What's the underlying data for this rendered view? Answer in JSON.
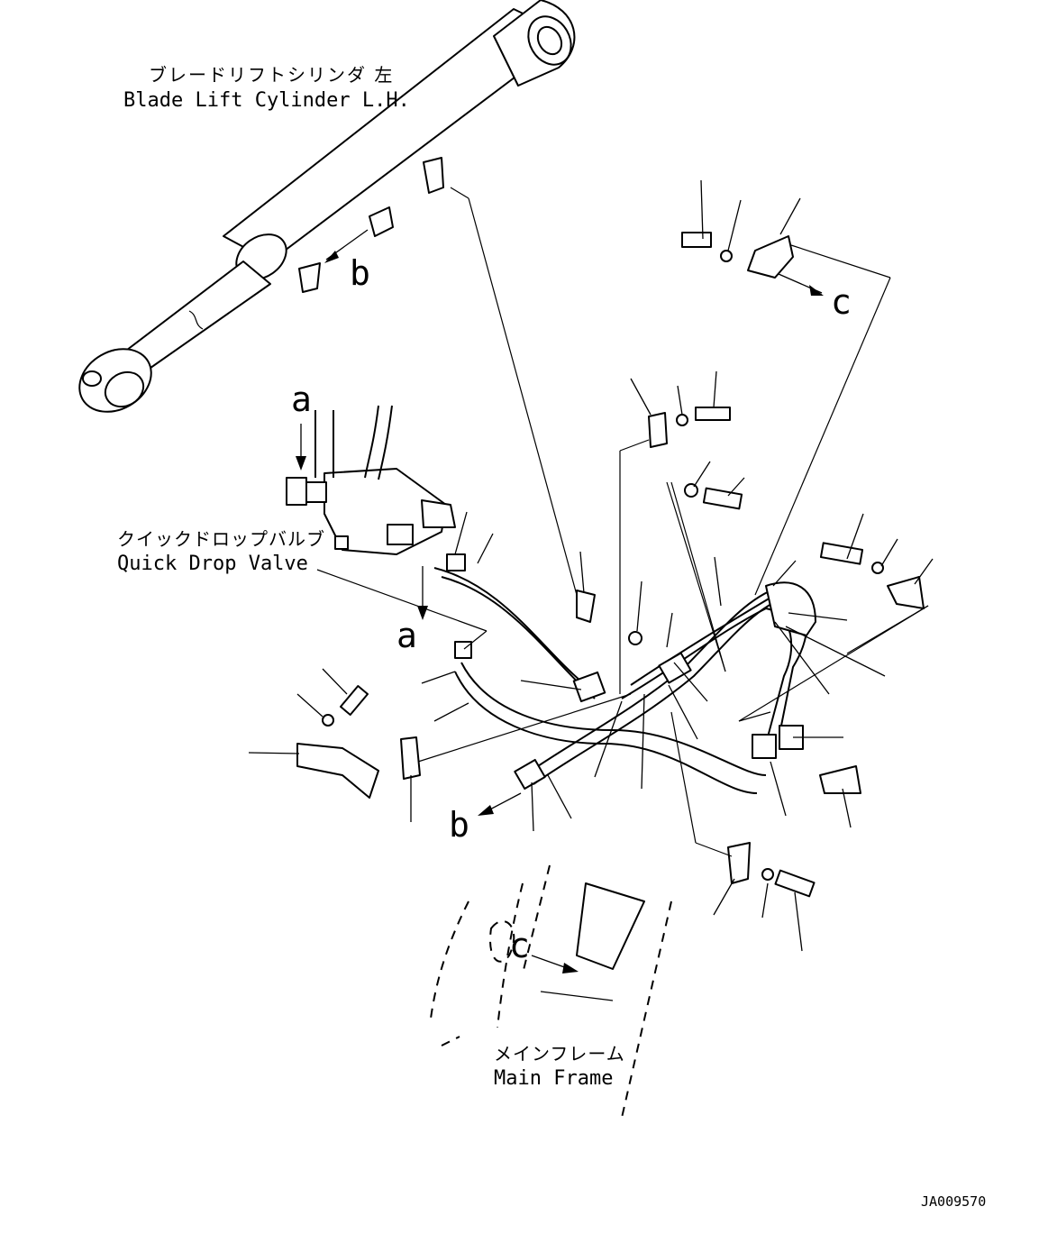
{
  "labels": {
    "cylinder_jp": "ブレードリフトシリンダ 左",
    "cylinder_en": "Blade Lift Cylinder L.H.",
    "valve_jp": "クイックドロップバルブ",
    "valve_en": "Quick Drop Valve",
    "frame_jp": "メインフレーム",
    "frame_en": "Main Frame",
    "drawing_no": "JA009570"
  },
  "reference_letters": {
    "a_top": "a",
    "a_bottom": "a",
    "b_top": "b",
    "b_bottom": "b",
    "c_top": "c",
    "c_bottom": "c"
  }
}
